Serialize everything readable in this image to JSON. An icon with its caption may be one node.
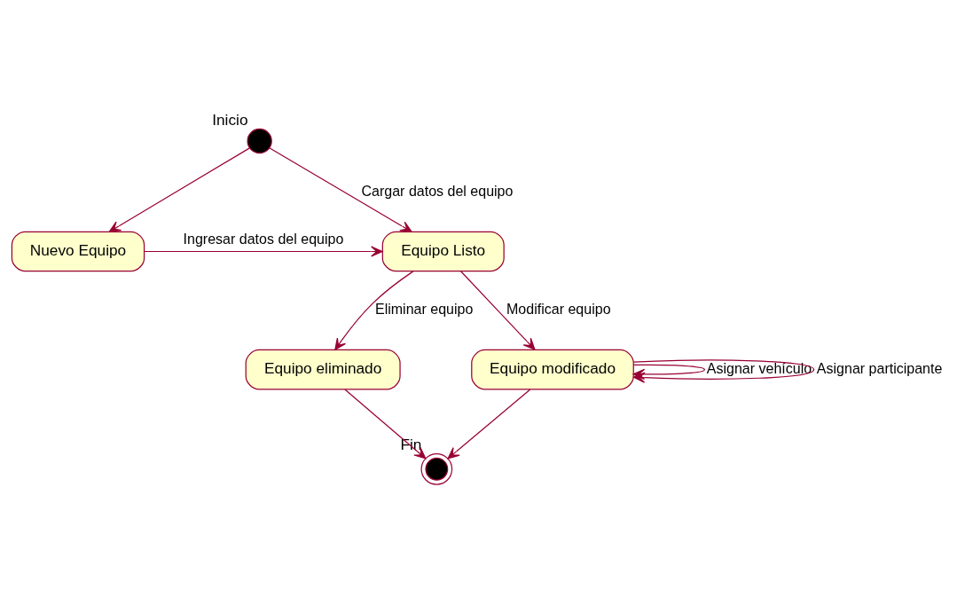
{
  "diagram": {
    "nodes": [
      {
        "text": [],
        "shape": "circle",
        "beside": [
          "Inicio"
        ]
      },
      {
        "text": [
          "Nuevo Equipo"
        ]
      },
      {
        "text": [
          "Equipo Listo"
        ]
      },
      {
        "text": [
          "Equipo eliminado"
        ]
      },
      {
        "text": [
          "Equipo modificado"
        ]
      },
      {
        "text": [],
        "shape": "bullseye",
        "beside": [
          "Fin"
        ]
      }
    ],
    "edges": [
      {
        "from": 0,
        "to": 2,
        "arrow": "to",
        "label": "Cargar datos del equipo"
      },
      {
        "from": 0,
        "to": 1,
        "arrow": "to"
      },
      {
        "from": 1,
        "to": 2,
        "arrow": "to",
        "label": "Ingresar datos del equipo"
      },
      {
        "from": 2,
        "to": 3,
        "arrow": "to",
        "label": "Eliminar equipo"
      },
      {
        "from": 2,
        "to": 4,
        "arrow": "to",
        "label": "Modificar equipo"
      },
      {
        "from": 4,
        "to": 4,
        "arrow": "to",
        "label": "Asignar vehículo"
      },
      {
        "from": 4,
        "to": 4,
        "arrow": "to",
        "label": "Asignar participante"
      },
      {
        "from": 3,
        "to": 5,
        "arrow": "to"
      },
      {
        "from": 4,
        "to": 5,
        "arrow": "to"
      }
    ]
  }
}
